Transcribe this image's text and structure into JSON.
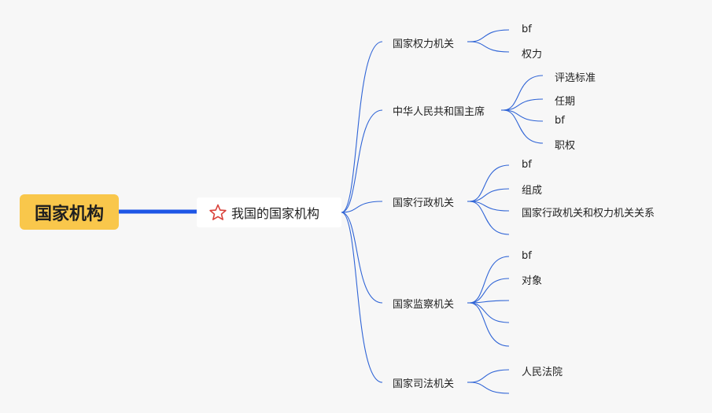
{
  "root": {
    "label": "国家机构"
  },
  "center": {
    "label": "我国的国家机构",
    "icon": "star-icon",
    "icon_color": "#d9413a"
  },
  "branches": [
    {
      "label": "国家权力机关",
      "leaves": [
        "bf",
        "权力"
      ]
    },
    {
      "label": "中华人民共和国主席",
      "leaves": [
        "评选标准",
        "任期",
        "bf",
        "职权"
      ]
    },
    {
      "label": "国家行政机关",
      "leaves": [
        "bf",
        "组成",
        "国家行政机关和权力机关关系",
        ""
      ]
    },
    {
      "label": "国家监察机关",
      "leaves": [
        "bf",
        "对象",
        "",
        "",
        ""
      ]
    },
    {
      "label": "国家司法机关",
      "leaves": [
        "人民法院",
        ""
      ]
    }
  ],
  "colors": {
    "connector": "#2f64d6",
    "root_link": "#1e56e6",
    "root_fill": "#f9c74b",
    "background": "#f7f7f7"
  }
}
